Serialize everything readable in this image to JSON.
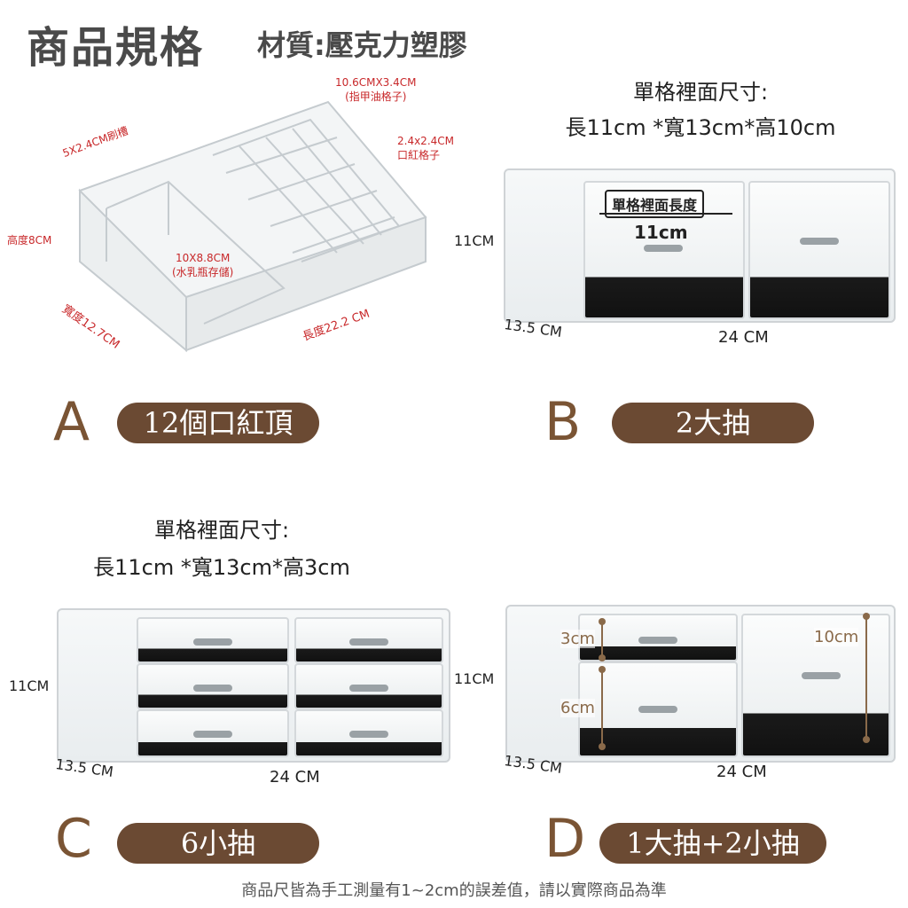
{
  "header": {
    "title": "商品規格",
    "subtitle": "材質:壓克力塑膠"
  },
  "productA": {
    "letter": "A",
    "name": "12個口紅頂",
    "labels": {
      "nail_slot": "10.6CMX3.4CM",
      "nail_slot_sub": "(指甲油格子)",
      "brush_slot": "5X2.4CM刷槽",
      "lipstick_slot": "2.4x2.4CM",
      "lipstick_slot_sub": "口紅格子",
      "height": "高度8CM",
      "bottle_slot": "10X8.8CM",
      "bottle_slot_sub": "(水乳瓶存儲)",
      "width": "寬度12.7CM",
      "length": "長度22.2 CM"
    }
  },
  "productB": {
    "letter": "B",
    "name": "2大抽",
    "spec_title": "單格裡面尺寸:",
    "spec_dims": "長11cm *寬13cm*高10cm",
    "inner_label": "單格裡面長度",
    "inner_value": "11cm",
    "height": "11CM",
    "depth": "13.5 CM",
    "width": "24 CM"
  },
  "productC": {
    "letter": "C",
    "name": "6小抽",
    "spec_title": "單格裡面尺寸:",
    "spec_dims": "長11cm *寬13cm*高3cm",
    "height": "11CM",
    "depth": "13.5 CM",
    "width": "24 CM"
  },
  "productD": {
    "letter": "D",
    "name": "1大抽+2小抽",
    "small_h": "3cm",
    "mid_h": "6cm",
    "big_h": "10cm",
    "height": "11CM",
    "depth": "13.5 CM",
    "width": "24 CM"
  },
  "footer": "商品尺皆為手工測量有1~2cm的誤差值，請以實際商品為準",
  "colors": {
    "accent_brown": "#6b4a33",
    "letter_brown": "#7a5434",
    "label_red": "#c8282a"
  }
}
